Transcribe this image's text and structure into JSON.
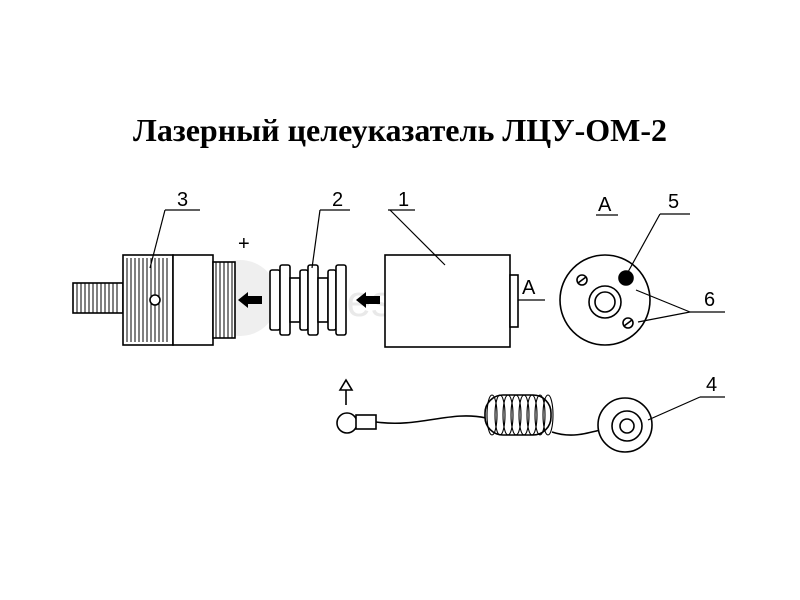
{
  "title": "Лазерный целеуказатель ЛЦУ-ОМ-2",
  "watermark": "telescope1",
  "labels": {
    "part1": "1",
    "part2": "2",
    "part3": "3",
    "part4": "4",
    "part5": "5",
    "part6": "6",
    "view_a_top": "А",
    "view_a_side": "А",
    "plus": "+"
  }
}
